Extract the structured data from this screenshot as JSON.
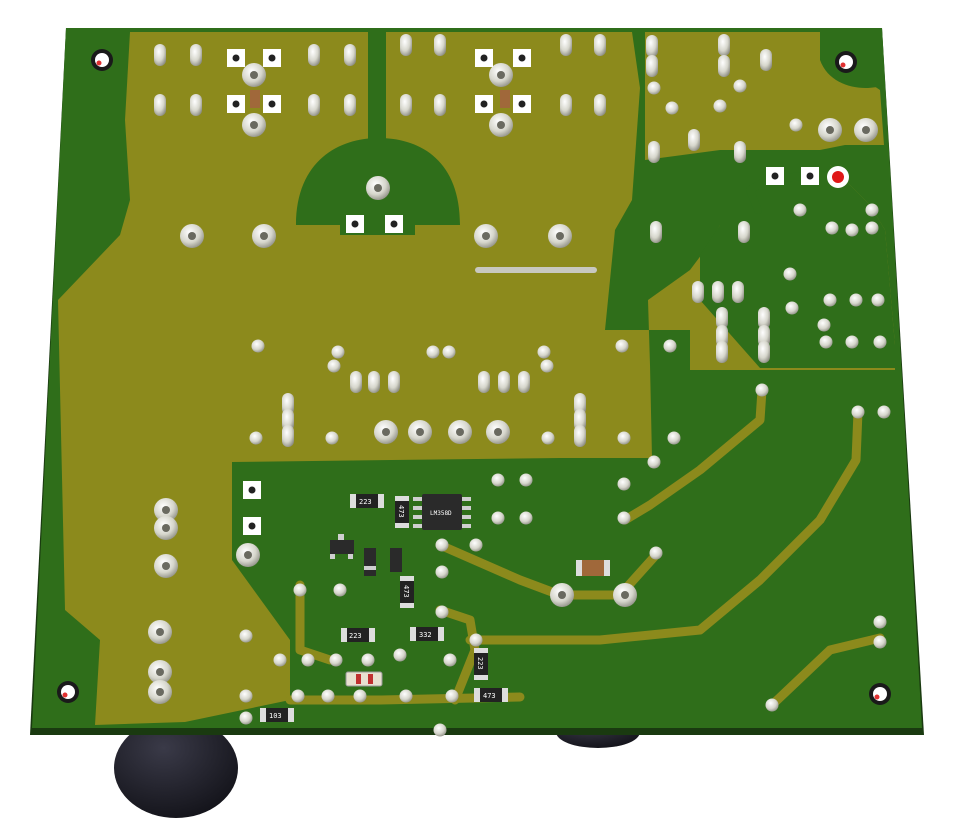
{
  "colors": {
    "board_green": "#2f6e1a",
    "copper_pour": "#8c8a1c",
    "pad_silver": "#d8d8d0",
    "capacitor_body": "#1c1c24",
    "board_edge": "#1a3a10"
  },
  "smd_labels": {
    "c1": "223",
    "c2": "473",
    "c3": "223",
    "c4": "332",
    "c5": "473",
    "c6": "223",
    "c7": "473",
    "c8": "103",
    "ic": "LM358D"
  }
}
